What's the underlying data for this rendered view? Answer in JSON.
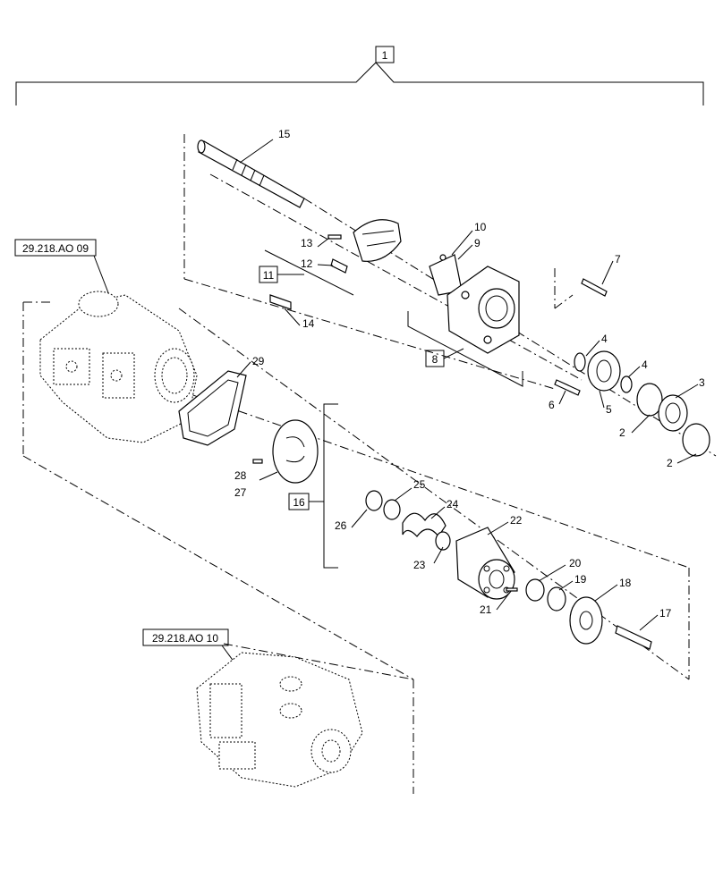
{
  "refs": {
    "ref_top": "29.218.AO 09",
    "ref_bottom": "29.218.AO 10"
  },
  "boxed_labels": {
    "b1": "1",
    "b8": "8",
    "b11": "11",
    "b16": "16"
  },
  "callouts": {
    "c2a": "2",
    "c2b": "2",
    "c3": "3",
    "c4a": "4",
    "c4b": "4",
    "c5": "5",
    "c6": "6",
    "c7": "7",
    "c9": "9",
    "c10": "10",
    "c12": "12",
    "c13": "13",
    "c14": "14",
    "c15": "15",
    "c17": "17",
    "c18": "18",
    "c19": "19",
    "c20": "20",
    "c21": "21",
    "c22": "22",
    "c23": "23",
    "c24": "24",
    "c25": "25",
    "c26": "26",
    "c27": "27",
    "c28": "28",
    "c29": "29"
  }
}
